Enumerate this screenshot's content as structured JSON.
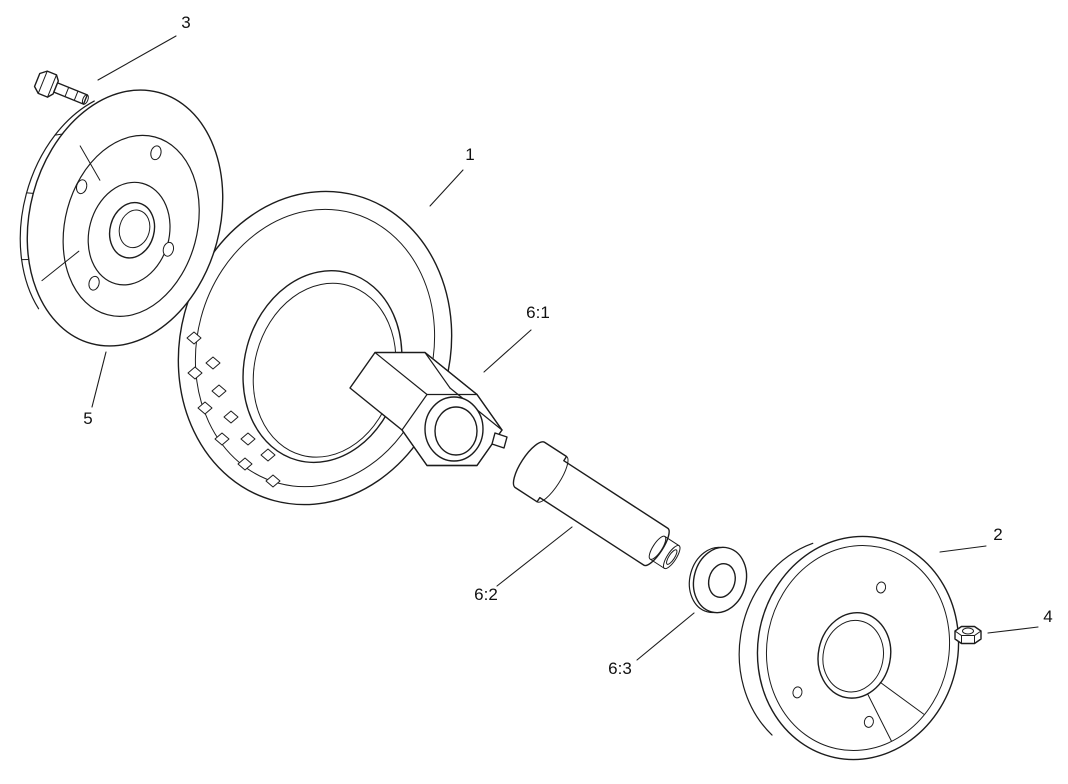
{
  "diagram": {
    "type": "exploded-parts-diagram",
    "colors": {
      "background": "#ffffff",
      "line": "#1c1c1c",
      "label_text": "#111111"
    }
  },
  "callouts": [
    {
      "id": "tire",
      "text": "1"
    },
    {
      "id": "wheel-half-right",
      "text": "2"
    },
    {
      "id": "bolt",
      "text": "3"
    },
    {
      "id": "nut",
      "text": "4"
    },
    {
      "id": "wheel-half-left",
      "text": "5"
    },
    {
      "id": "hex-adapter",
      "text": "6:1"
    },
    {
      "id": "spacer",
      "text": "6:2"
    },
    {
      "id": "washer",
      "text": "6:3"
    }
  ]
}
